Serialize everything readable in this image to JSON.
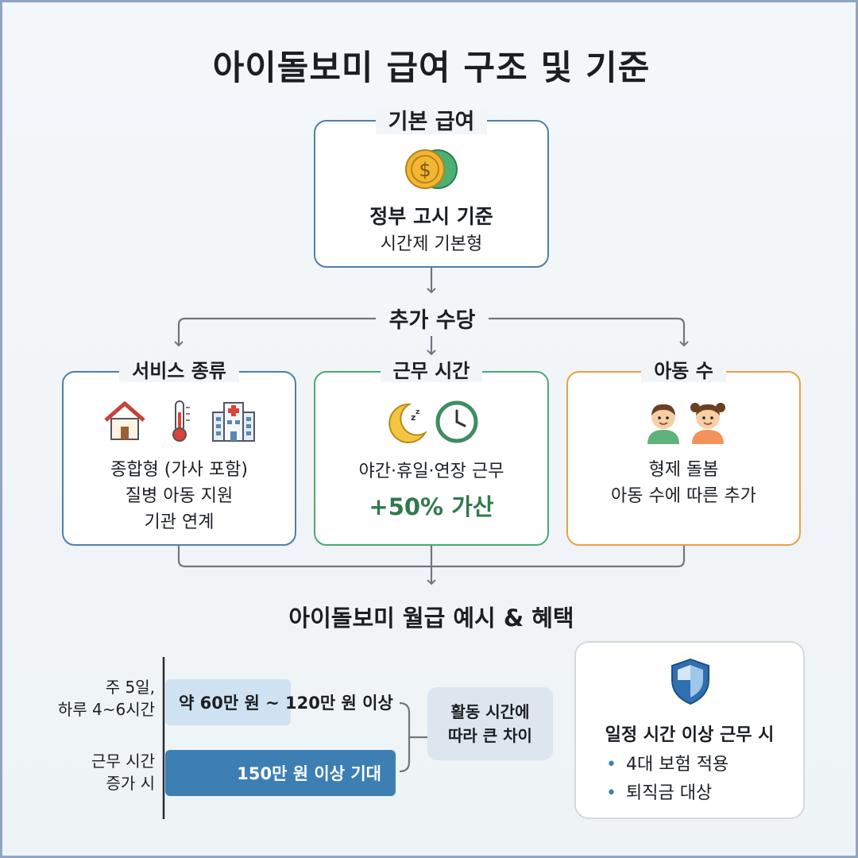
{
  "title": "아이돌보미 급여 구조 및 기준",
  "base_pay": {
    "label": "기본 급여",
    "icon": "coins-icon",
    "line1": "정부 고시 기준",
    "line2": "시간제 기본형"
  },
  "allowance_label": "추가 수당",
  "service_type": {
    "label": "서비스 종류",
    "icons": [
      "house-icon",
      "thermometer-icon",
      "hospital-icon"
    ],
    "lines": [
      "종합형 (가사 포함)",
      "질병 아동 지원",
      "기관 연계"
    ]
  },
  "work_hours": {
    "label": "근무 시간",
    "icons": [
      "moon-icon",
      "clock-icon"
    ],
    "line1": "야간·휴일·연장 근무",
    "highlight": "+50% 가산"
  },
  "child_count": {
    "label": "아동 수",
    "icons": [
      "children-icon"
    ],
    "line1": "형제 돌봄",
    "line2": "아동 수에 따른 추가"
  },
  "section2_title": "아이돌보미 월급 예시 & 혜택",
  "salary_example": {
    "rows": [
      {
        "label_lines": [
          "주 5일,",
          "하루 4~6시간"
        ],
        "value": "약 60만 원 ~ 120만 원 이상"
      },
      {
        "label_lines": [
          "근무 시간",
          "증가 시"
        ],
        "value": "150만 원 이상 기대"
      }
    ],
    "note_lines": [
      "활동 시간에",
      "따라 큰 차이"
    ]
  },
  "benefits": {
    "icon": "shield-icon",
    "title": "일정 시간 이상 근무 시",
    "items": [
      "4대 보험 적용",
      "퇴직금 대상"
    ]
  },
  "colors": {
    "blue": "#4f7fa8",
    "green": "#4aa872",
    "orange": "#e9a048",
    "green_text": "#2f7a4c",
    "connector": "#6f7780",
    "bar_light": "#cfe2f1",
    "bar_dark": "#3d7fb3"
  }
}
